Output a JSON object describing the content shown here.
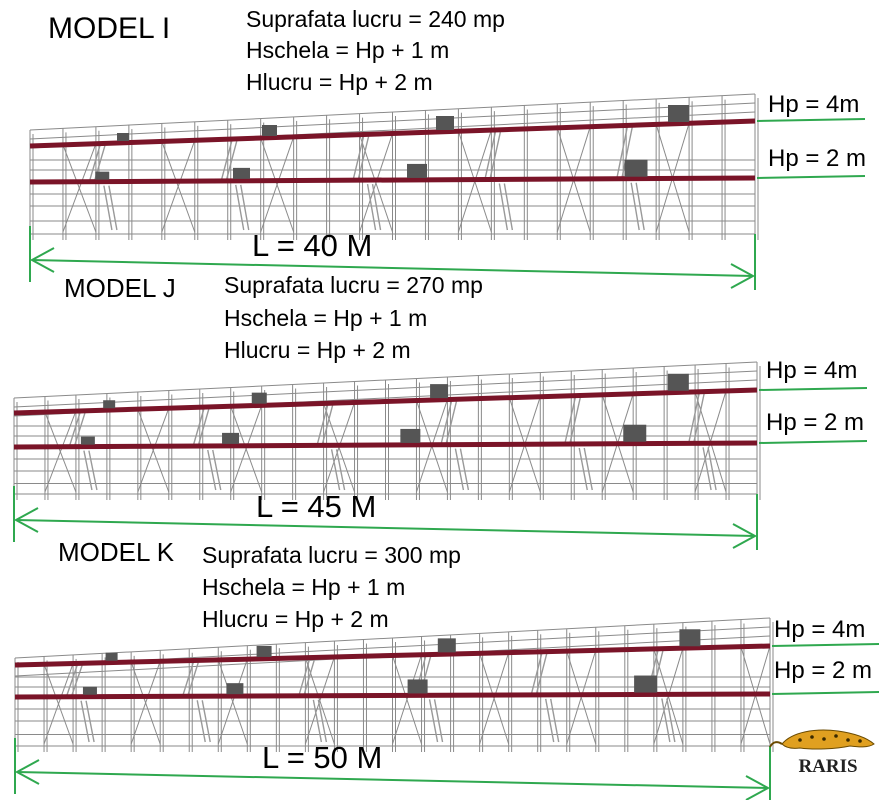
{
  "models": [
    {
      "title": "MODEL I",
      "lines": [
        "Suprafata lucru = 240 mp",
        "Hschela = Hp + 1 m",
        "Hlucru = Hp + 2 m"
      ],
      "hp_top": "Hp = 4m",
      "hp_bottom": "Hp = 2 m",
      "length": "L = 40 M"
    },
    {
      "title": "MODEL J",
      "lines": [
        "Suprafata lucru = 270 mp",
        "Hschela = Hp + 1 m",
        "Hlucru = Hp + 2 m"
      ],
      "hp_top": "Hp = 4m",
      "hp_bottom": "Hp = 2 m",
      "length": "L = 45 M"
    },
    {
      "title": "MODEL K",
      "lines": [
        "Suprafata lucru = 300 mp",
        "Hschela = Hp + 1 m",
        "Hlucru = Hp + 2 m"
      ],
      "hp_top": "Hp = 4m",
      "hp_bottom": "Hp = 2 m",
      "length": "L = 50 M"
    }
  ],
  "logo": {
    "text": "RARIS",
    "icon": "leopard-icon"
  },
  "colors": {
    "deck": "#7a1428",
    "dimension": "#2fa84f",
    "frame": "#8a8a8a",
    "board": "#555555"
  }
}
